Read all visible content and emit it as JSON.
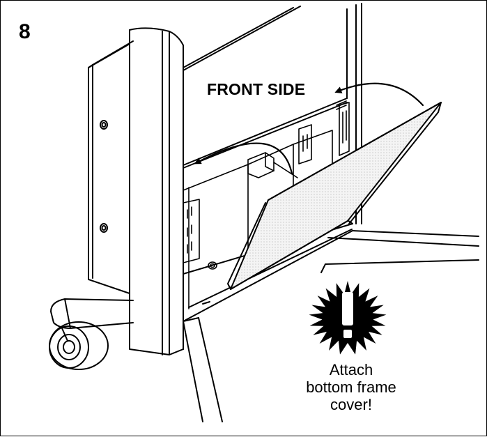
{
  "step": {
    "number": "8"
  },
  "labels": {
    "front_side": "FRONT SIDE"
  },
  "warning": {
    "icon": "exclamation-starburst-icon",
    "lines": [
      "Attach",
      "bottom frame",
      "cover!"
    ]
  },
  "colors": {
    "line": "#000000",
    "background": "#ffffff",
    "panel_fill": "#f0f0f0"
  }
}
